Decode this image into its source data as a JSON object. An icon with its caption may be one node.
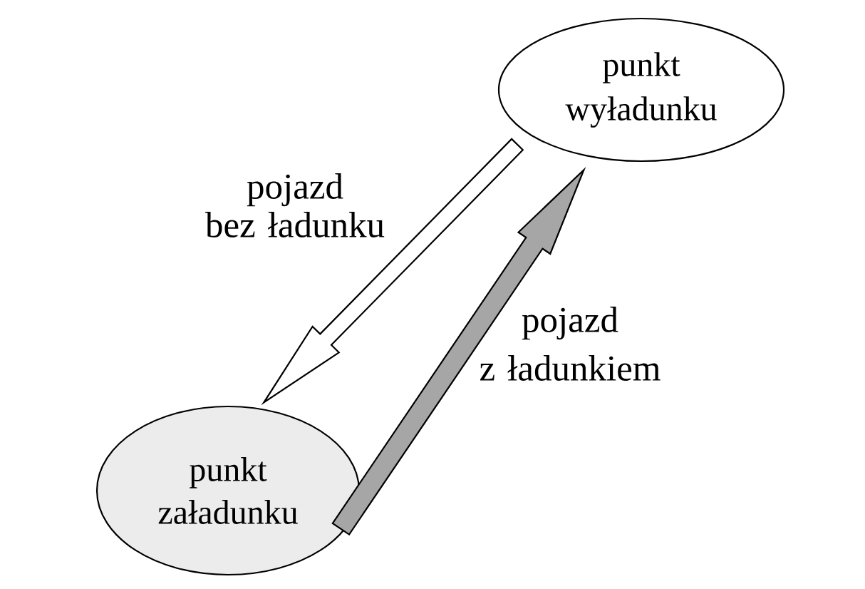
{
  "diagram": {
    "nodes": [
      {
        "text": [
          "punkt wyładunku"
        ]
      },
      {
        "text": [
          "punkt załadunku"
        ]
      }
    ],
    "edges": [
      {
        "from": 0,
        "to": 1,
        "arrow": "to",
        "label": "pojazd bez ładunku"
      },
      {
        "from": 1,
        "to": 0,
        "arrow": "to",
        "label": "pojazd z ładunkiem",
        "color": "#a6a6a6"
      }
    ]
  }
}
